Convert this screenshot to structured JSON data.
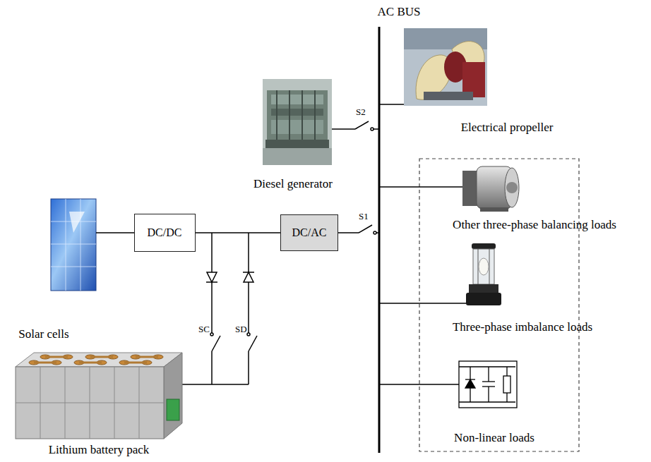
{
  "diagram": {
    "nodes": [
      {
        "text": [
          "DC/DC"
        ]
      },
      {
        "text": [
          "DC/AC"
        ]
      }
    ],
    "edges": [
      {
        "from": 0,
        "to": 1,
        "arrow": "none"
      }
    ],
    "labels": [
      "AC BUS",
      "S2",
      "Diesel generator",
      "Electrical propeller",
      "Other three-phase balancing loads",
      "Three-phase imbalance loads",
      "Non-linear loads",
      "Solar cells",
      "S1",
      "SC",
      "SD",
      "Lithium battery pack"
    ]
  }
}
